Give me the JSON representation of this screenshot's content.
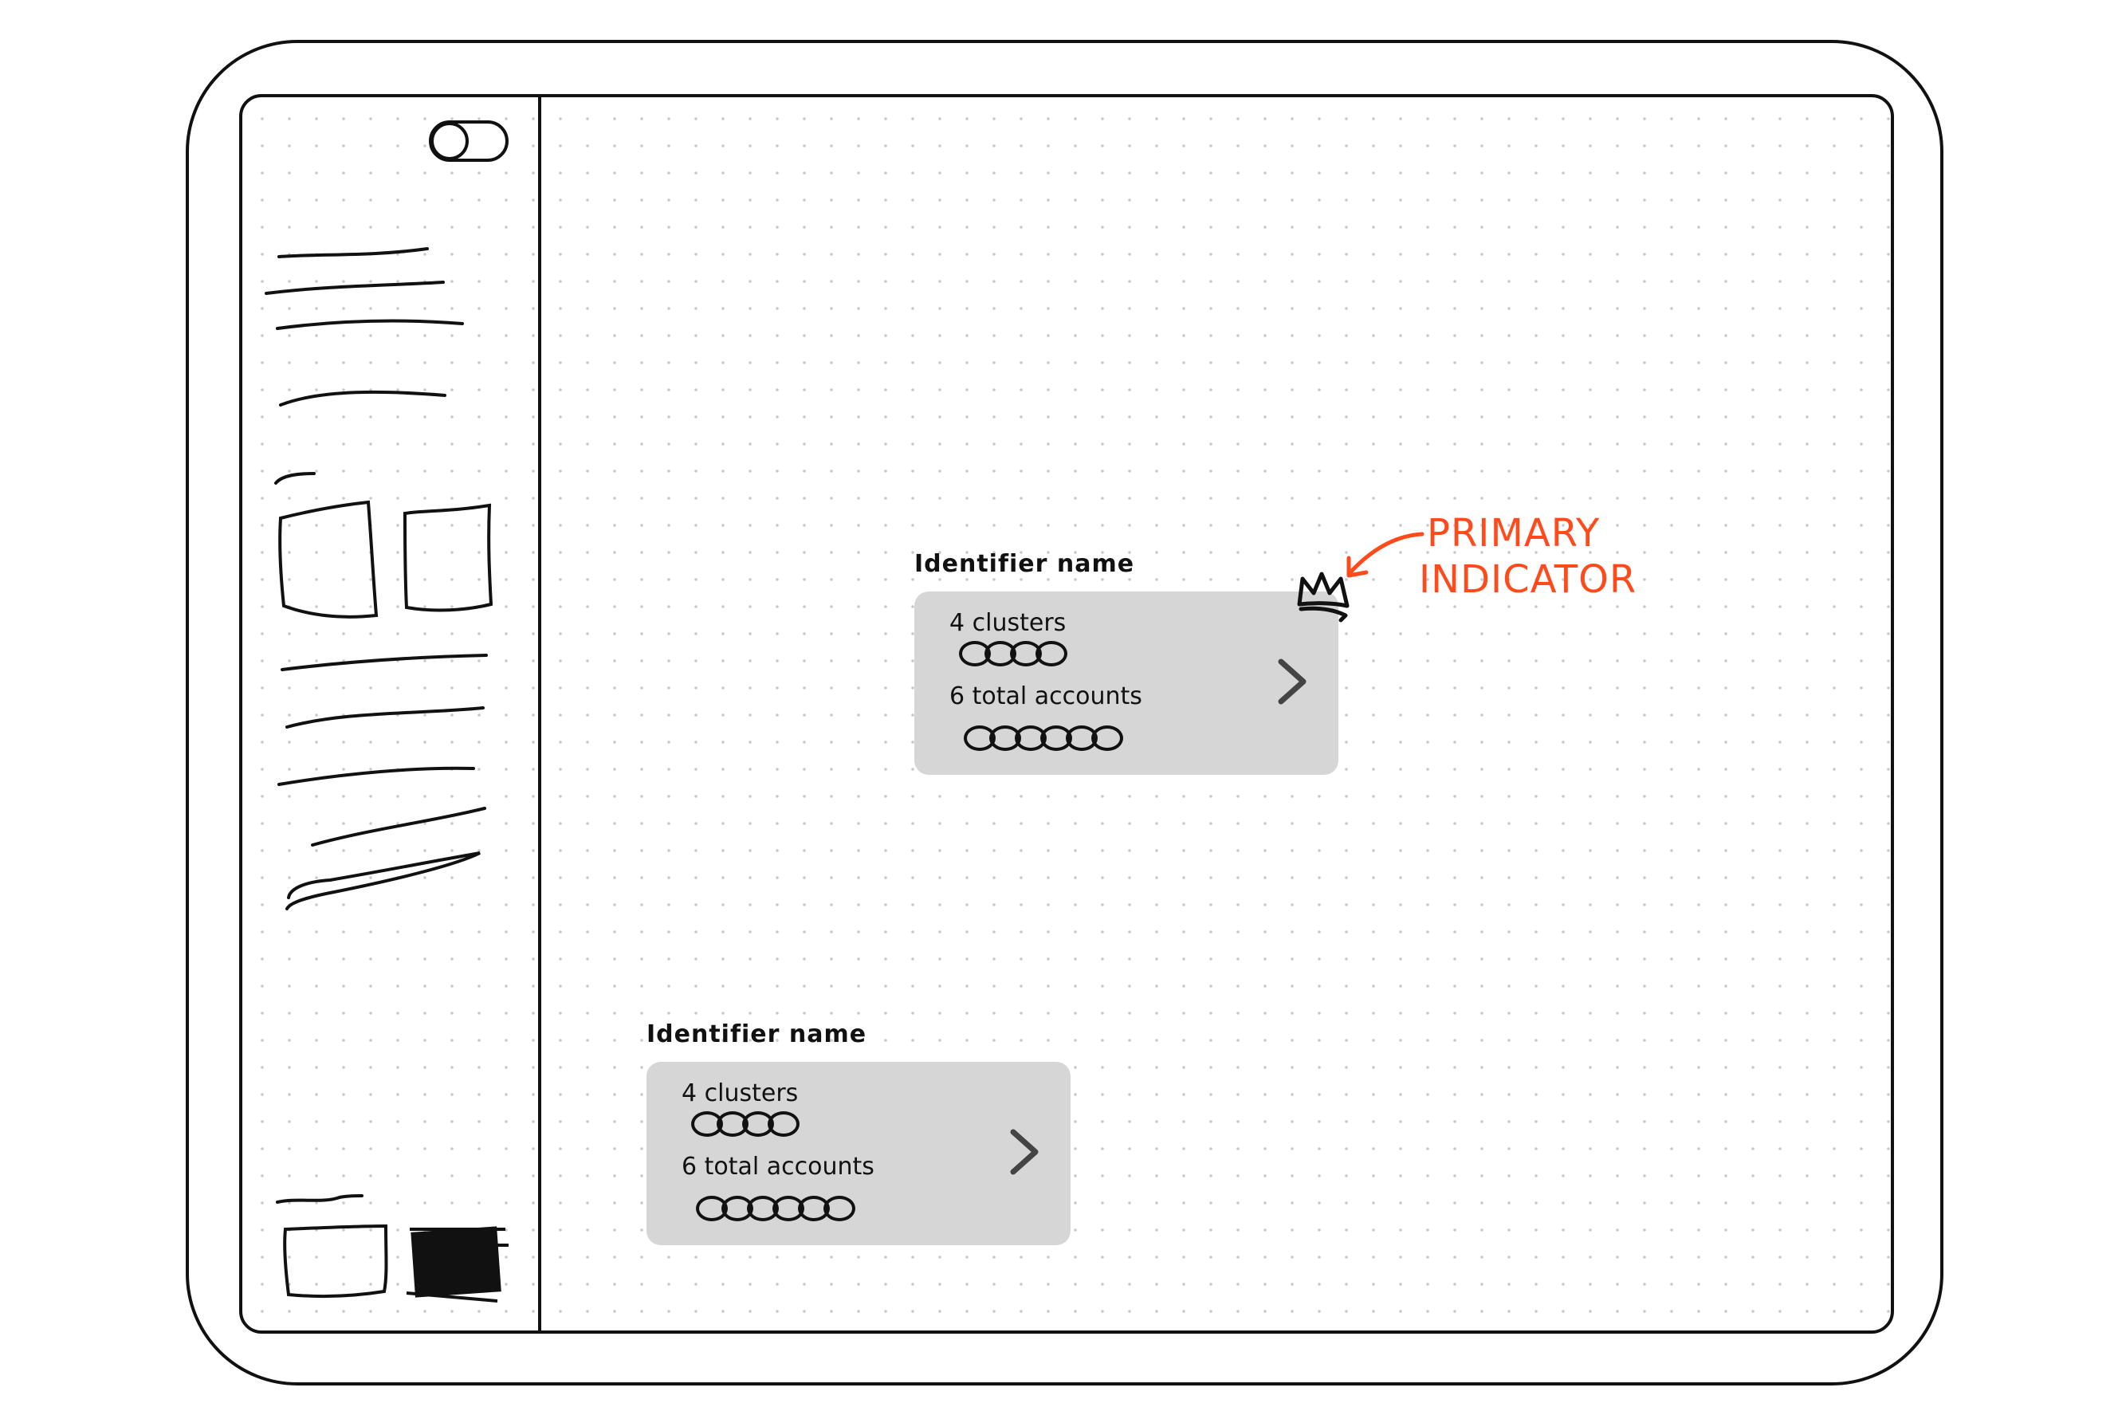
{
  "cards": [
    {
      "title": "Identifier name",
      "clusters_label": "4 clusters",
      "cluster_count": 4,
      "accounts_label": "6 total accounts",
      "account_count": 6,
      "chevron_icon": "chevron-right-icon",
      "primary": true
    },
    {
      "title": "Identifier name",
      "clusters_label": "4 clusters",
      "cluster_count": 4,
      "accounts_label": "6 total accounts",
      "account_count": 6,
      "chevron_icon": "chevron-right-icon",
      "primary": false
    }
  ],
  "annotation": {
    "line1": "PRIMARY",
    "line2": "INDICATOR",
    "color": "#ff4a1c"
  },
  "colors": {
    "card_background": "#d6d6d6",
    "stroke": "#111111"
  },
  "icons": {
    "primary_marker": "crown-icon",
    "toggle": "toggle-switch"
  }
}
